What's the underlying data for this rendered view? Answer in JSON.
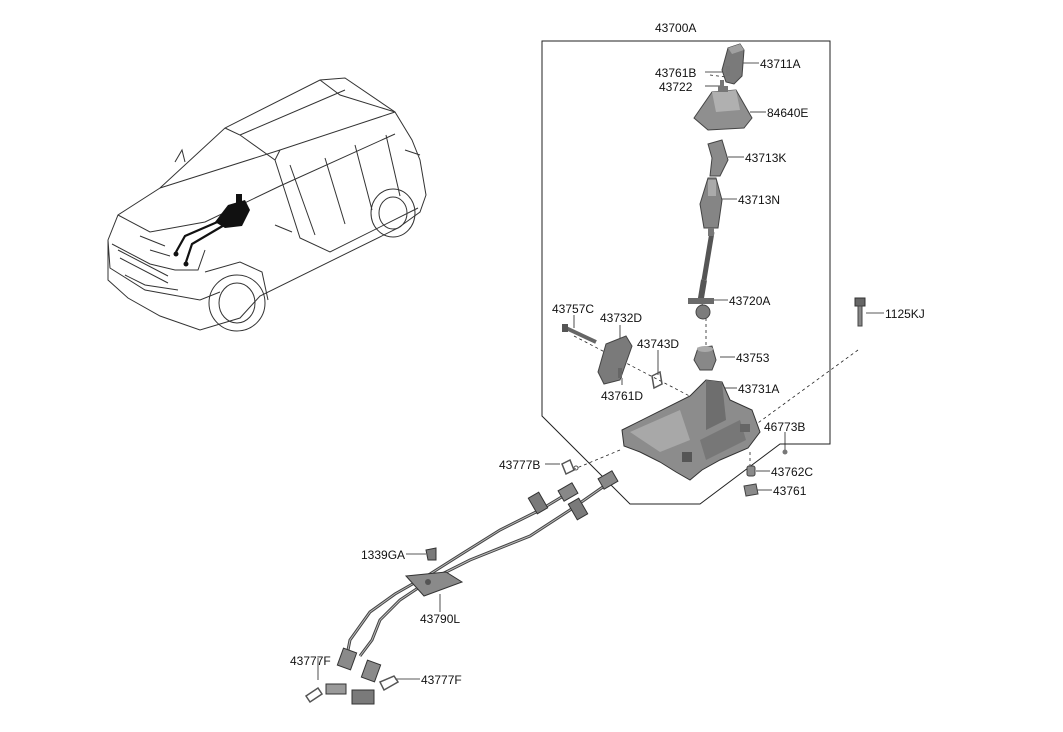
{
  "assembly": {
    "part_no": "43700A"
  },
  "parts": {
    "p43711A": "43711A",
    "p43761B": "43761B",
    "p43722": "43722",
    "p84640E": "84640E",
    "p43713K": "43713K",
    "p43713N": "43713N",
    "p43720A": "43720A",
    "p43757C": "43757C",
    "p43732D": "43732D",
    "p43743D": "43743D",
    "p43753": "43753",
    "p43761D": "43761D",
    "p43731A": "43731A",
    "p46773B": "46773B",
    "p43762C": "43762C",
    "p43761": "43761",
    "p1125KJ": "1125KJ",
    "p43777B": "43777B",
    "p1339GA": "1339GA",
    "p43790L": "43790L",
    "p43777F_left": "43777F",
    "p43777F_right": "43777F"
  },
  "colors": {
    "line": "#222222",
    "part_fill": "#8a8a8a",
    "part_dark": "#5a5a5a",
    "part_light": "#b5b5b5"
  }
}
